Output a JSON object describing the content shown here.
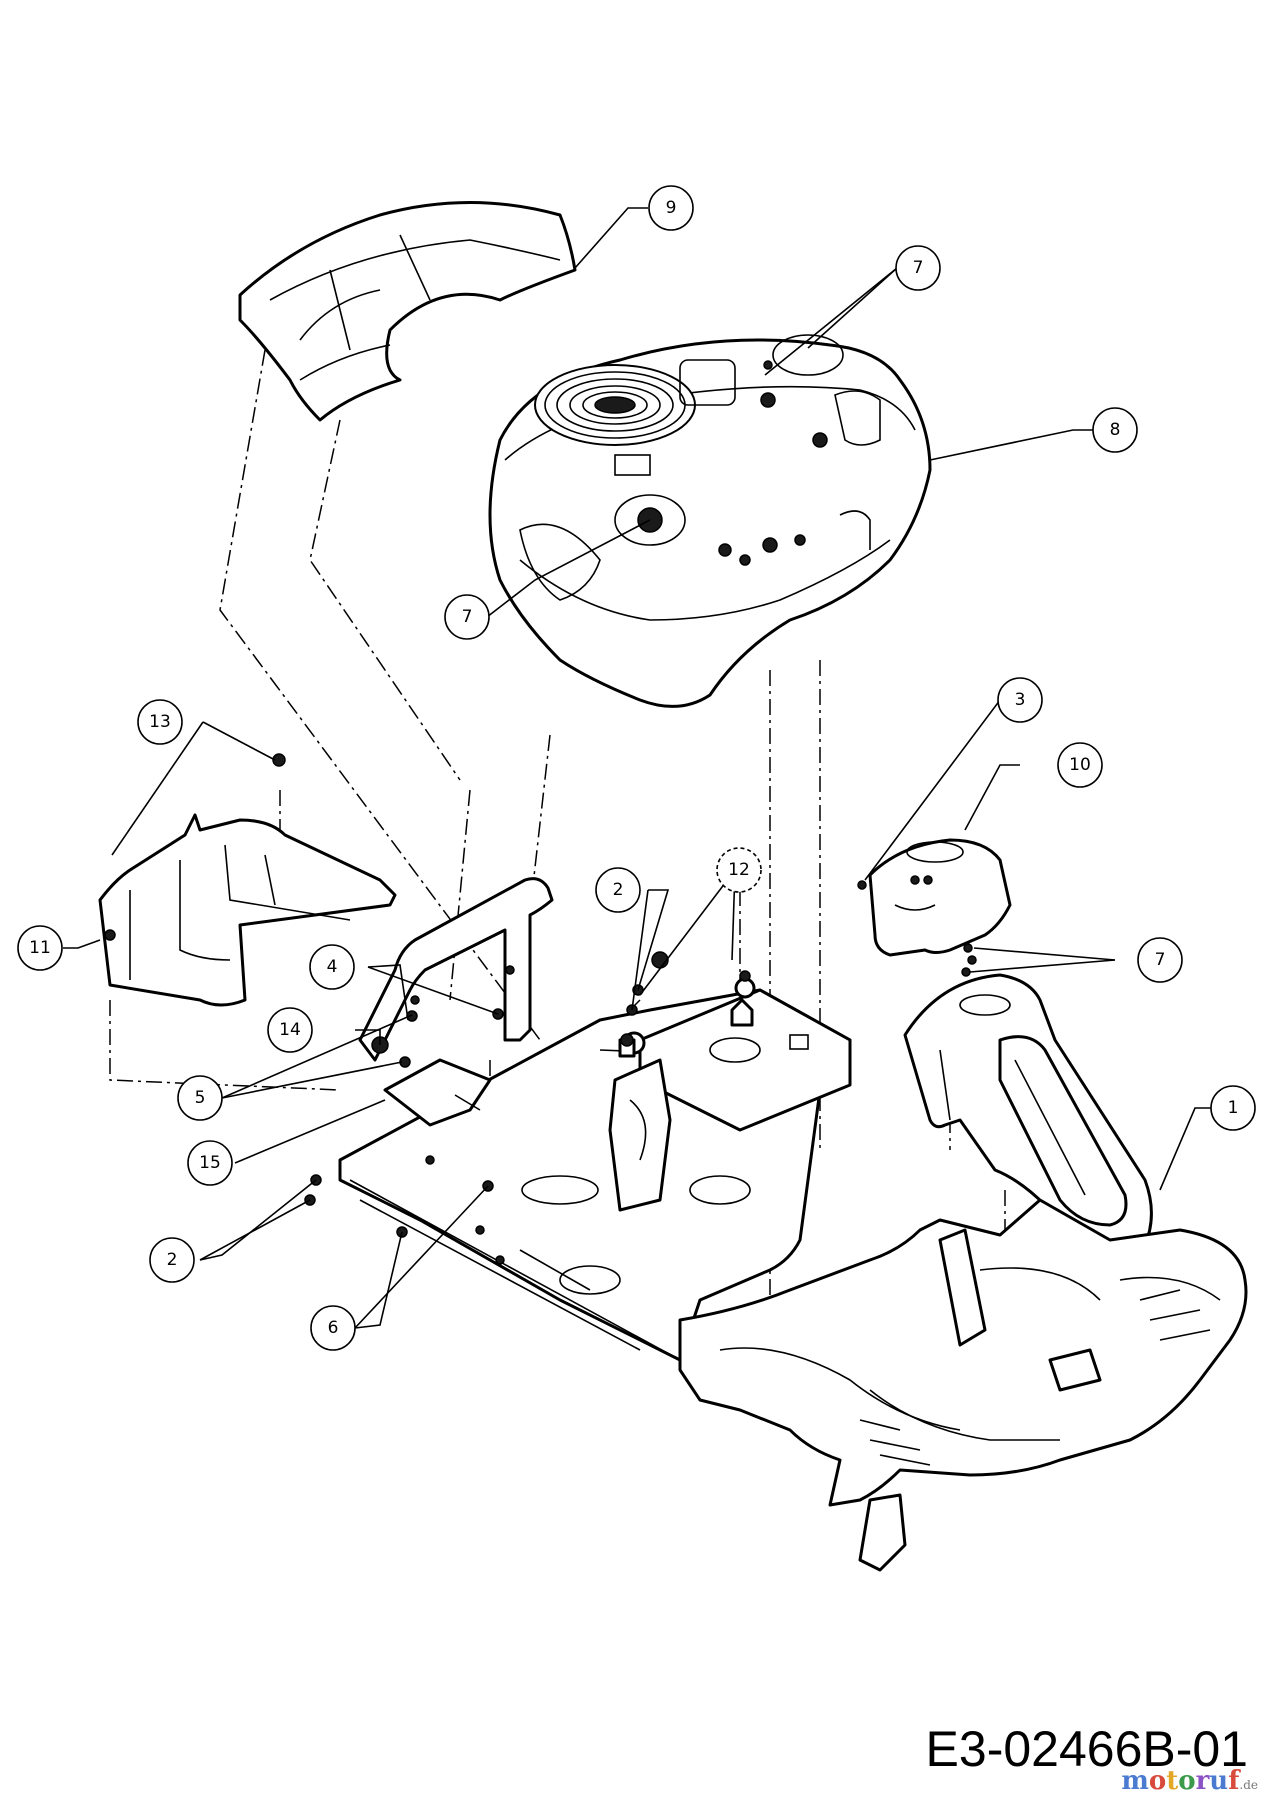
{
  "drawing_number": "E3-02466B-01",
  "watermark": {
    "text": "motoruf",
    "suffix": ".de",
    "colors": [
      "#4a7bd0",
      "#d84a3c",
      "#e3a826",
      "#3c9b4a",
      "#8a52c4",
      "#4a7bd0",
      "#d84a3c"
    ]
  },
  "callouts": {
    "c1": "1",
    "c2a": "2",
    "c2b": "2",
    "c3": "3",
    "c4": "4",
    "c5": "5",
    "c6": "6",
    "c7a": "7",
    "c7b": "7",
    "c7c": "7",
    "c8": "8",
    "c9": "9",
    "c10": "10",
    "c11": "11",
    "c12": "12",
    "c13": "13",
    "c14": "14",
    "c15": "15"
  }
}
